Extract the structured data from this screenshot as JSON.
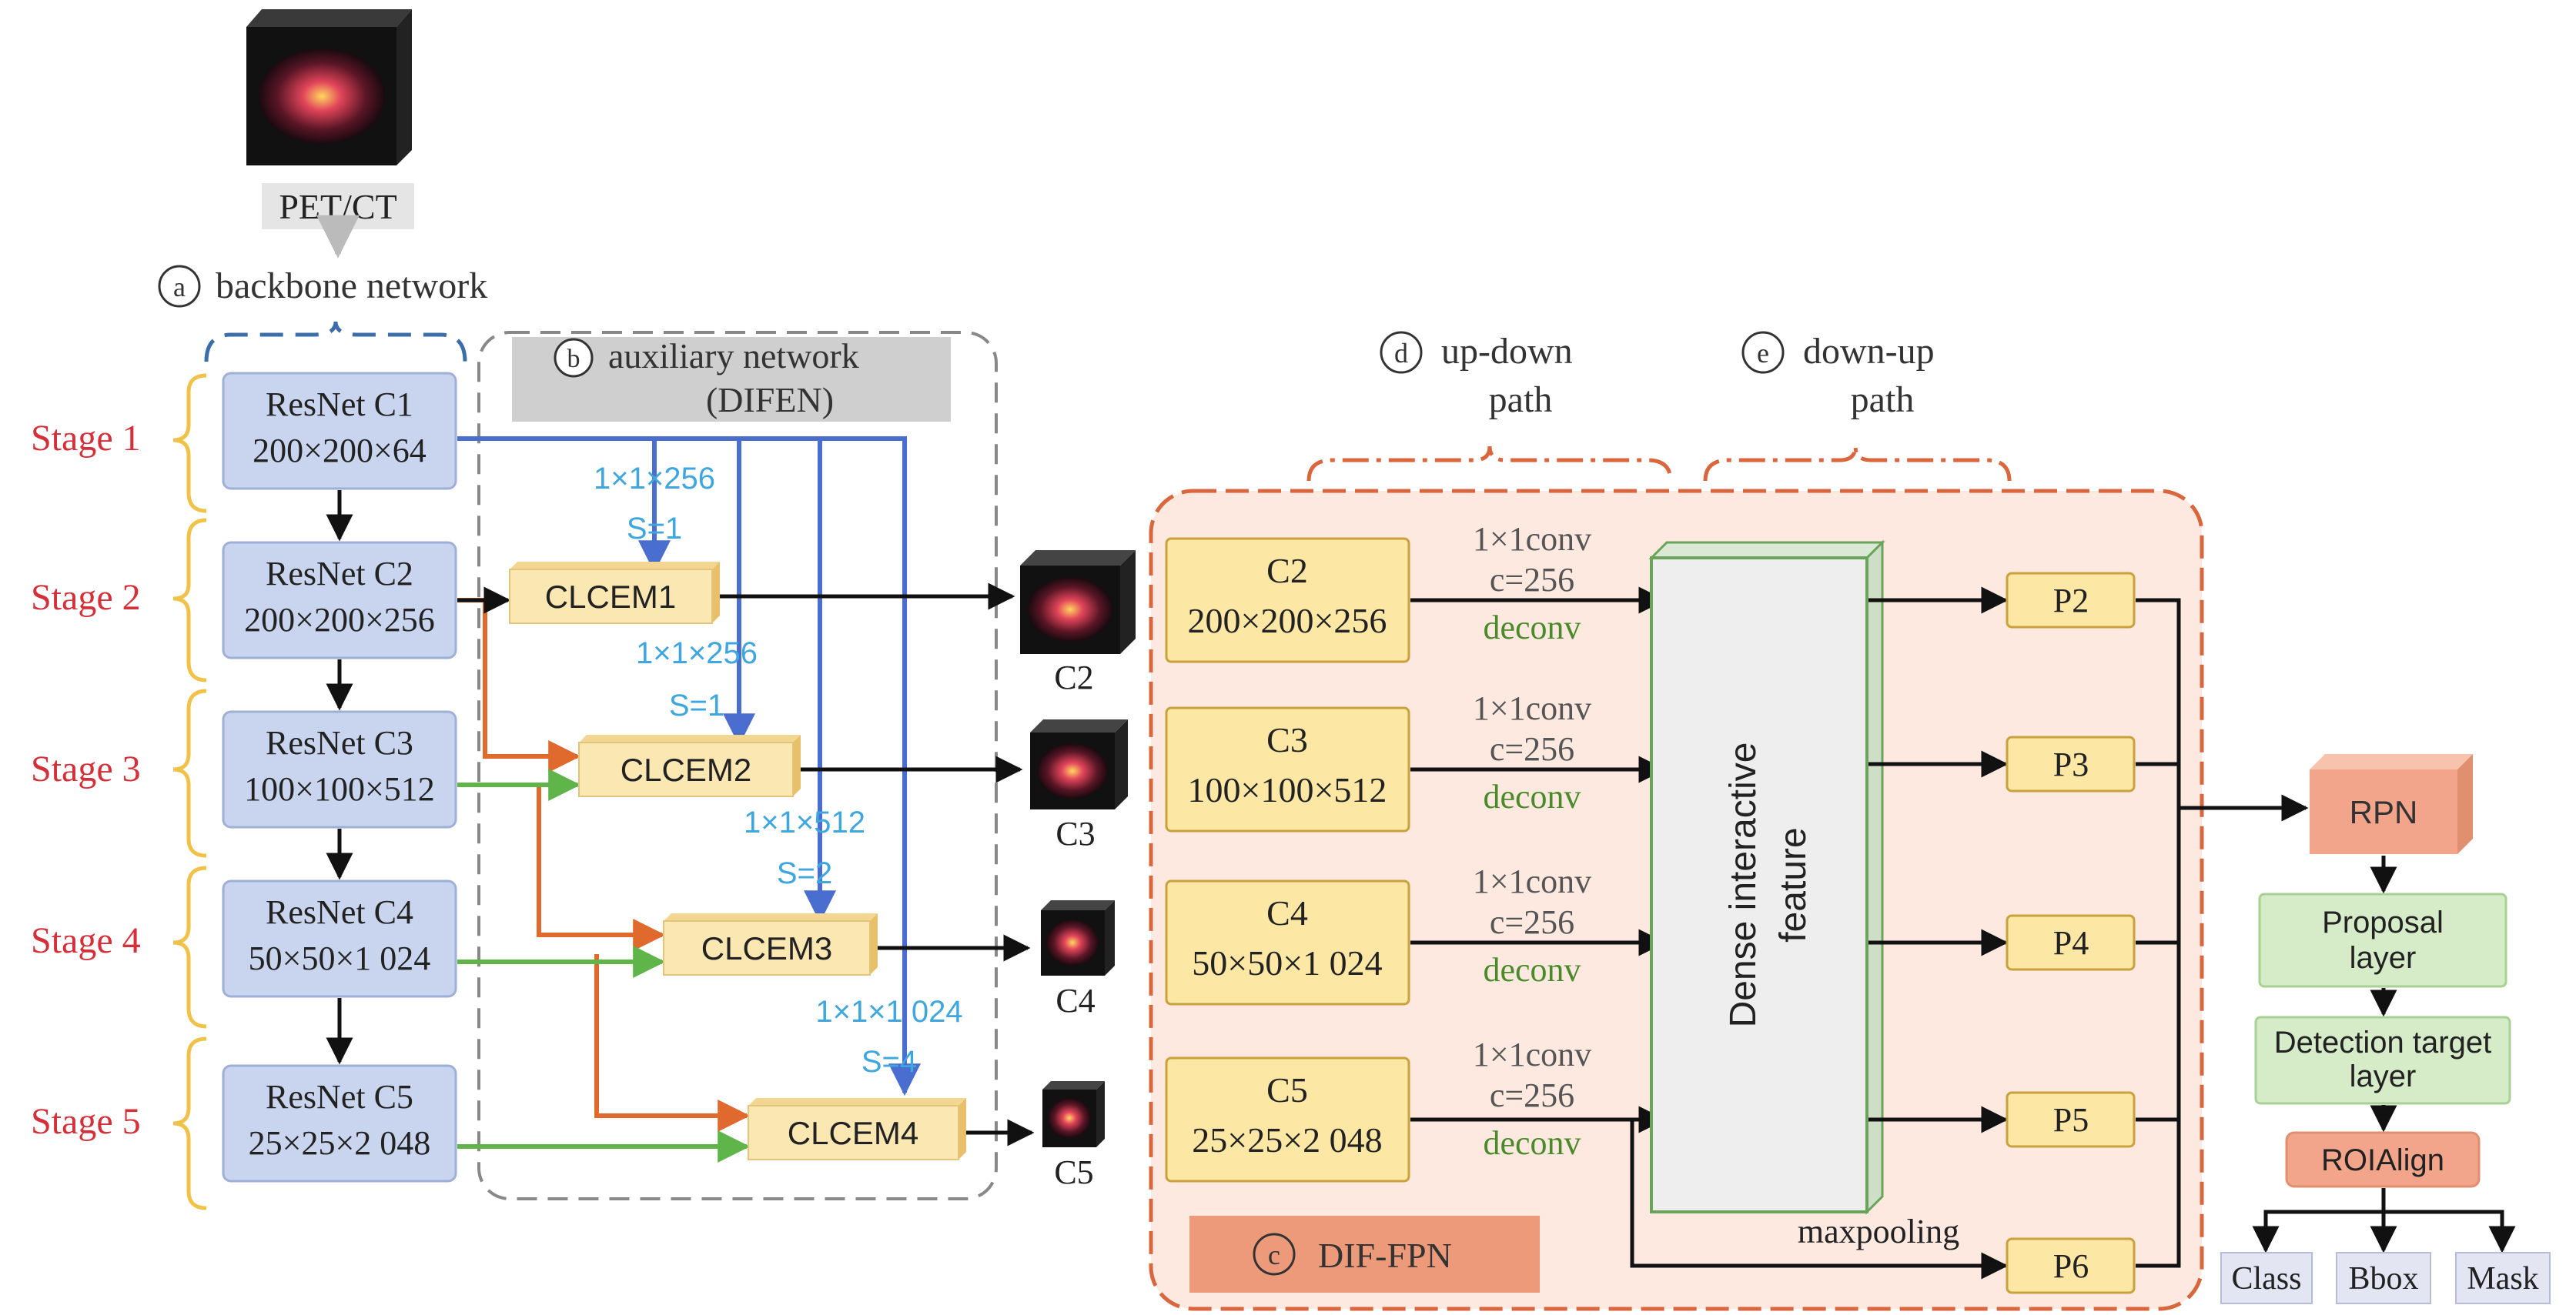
{
  "input": {
    "label": "PET/CT"
  },
  "backbone": {
    "marker": "a",
    "title": "backbone network",
    "stages": [
      {
        "stage": "Stage 1",
        "name": "ResNet C1",
        "size": "200×200×64"
      },
      {
        "stage": "Stage 2",
        "name": "ResNet C2",
        "size": "200×200×256"
      },
      {
        "stage": "Stage 3",
        "name": "ResNet C3",
        "size": "100×100×512"
      },
      {
        "stage": "Stage 4",
        "name": "ResNet C4",
        "size": "50×50×1 024"
      },
      {
        "stage": "Stage 5",
        "name": "ResNet C5",
        "size": "25×25×2 048"
      }
    ]
  },
  "auxiliary": {
    "marker": "b",
    "title": "auxiliary network",
    "subtitle": "(DIFEN)",
    "modules": [
      "CLCEM1",
      "CLCEM2",
      "CLCEM3",
      "CLCEM4"
    ],
    "conv_labels": [
      {
        "kernel": "1×1×256",
        "stride": "S=1"
      },
      {
        "kernel": "1×1×256",
        "stride": "S=1"
      },
      {
        "kernel": "1×1×512",
        "stride": "S=2"
      },
      {
        "kernel": "1×1×1 024",
        "stride": "S=4"
      }
    ],
    "outputs": [
      "C2",
      "C3",
      "C4",
      "C5"
    ]
  },
  "fpn": {
    "marker": "c",
    "title": "DIF-FPN",
    "up_down": {
      "marker": "d",
      "line1": "up-down",
      "line2": "path"
    },
    "down_up": {
      "marker": "e",
      "line1": "down-up",
      "line2": "path"
    },
    "inputs": [
      {
        "name": "C2",
        "size": "200×200×256"
      },
      {
        "name": "C3",
        "size": "100×100×512"
      },
      {
        "name": "C4",
        "size": "50×50×1 024"
      },
      {
        "name": "C5",
        "size": "25×25×2 048"
      }
    ],
    "conv": {
      "l1": "1×1conv",
      "l2": "c=256",
      "l3": "deconv"
    },
    "dense": {
      "line1": "Dense interactive",
      "line2": "feature"
    },
    "pyramid": [
      "P2",
      "P3",
      "P4",
      "P5",
      "P6"
    ],
    "maxpooling": "maxpooling"
  },
  "head": {
    "rpn": "RPN",
    "proposal": {
      "line1": "Proposal",
      "line2": "layer"
    },
    "detection": {
      "line1": "Detection target",
      "line2": "layer"
    },
    "roialign": "ROIAlign",
    "outputs": [
      "Class",
      "Bbox",
      "Mask"
    ]
  },
  "colors": {
    "stage_red": "#d4303a",
    "bracket_yellow": "#f0c24a",
    "backbone_fill": "#c9d5ee",
    "clcem_fill": "#fbe7b2",
    "blue_arrow": "#4a6ed0",
    "orange_arrow": "#e06a2e",
    "green_arrow": "#5fb54a",
    "conv_label_blue": "#3fa6de",
    "fpn_fill": "#fde9e0",
    "fpn_border": "#d9663d",
    "pbox_fill": "#fce7a4",
    "deconv_green": "#4a8a2a",
    "head_green": "#d6ecc9",
    "roi_fill": "#f2a58a"
  }
}
